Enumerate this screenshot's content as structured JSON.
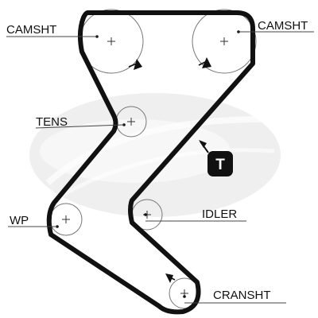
{
  "labels": {
    "camshaft_left": "CAMSHT",
    "camshaft_right": "CAMSHT",
    "tensioner": "TENS",
    "water_pump": "WP",
    "idler": "IDLER",
    "crankshaft": "CRANSHT"
  },
  "tension_marker": {
    "text": "T",
    "background": "#111111",
    "foreground": "#ffffff"
  },
  "colors": {
    "belt": "#111111",
    "watermark": "#dcdcdc",
    "pulley": "#777777"
  },
  "icons": [
    "rotation-arrow-icon",
    "tension-marker-icon",
    "watermark-logo"
  ]
}
